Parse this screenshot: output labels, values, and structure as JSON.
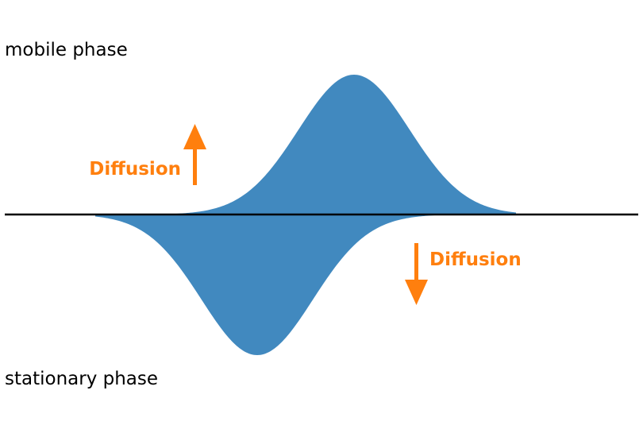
{
  "labels": {
    "mobile_phase": "mobile phase",
    "stationary_phase": "stationary phase",
    "diffusion_up": "Diffusion",
    "diffusion_down": "Diffusion"
  },
  "colors": {
    "peak_fill": "#4189BF",
    "arrow": "#FF7F0E",
    "axis_line": "#000000"
  },
  "peaks": {
    "mobile_phase_peak": {
      "direction": "up",
      "shape": "gaussian",
      "center_skew": "right"
    },
    "stationary_phase_peak": {
      "direction": "down",
      "shape": "gaussian",
      "center_skew": "left"
    }
  },
  "arrows": {
    "up": {
      "direction": "up"
    },
    "down": {
      "direction": "down"
    }
  }
}
